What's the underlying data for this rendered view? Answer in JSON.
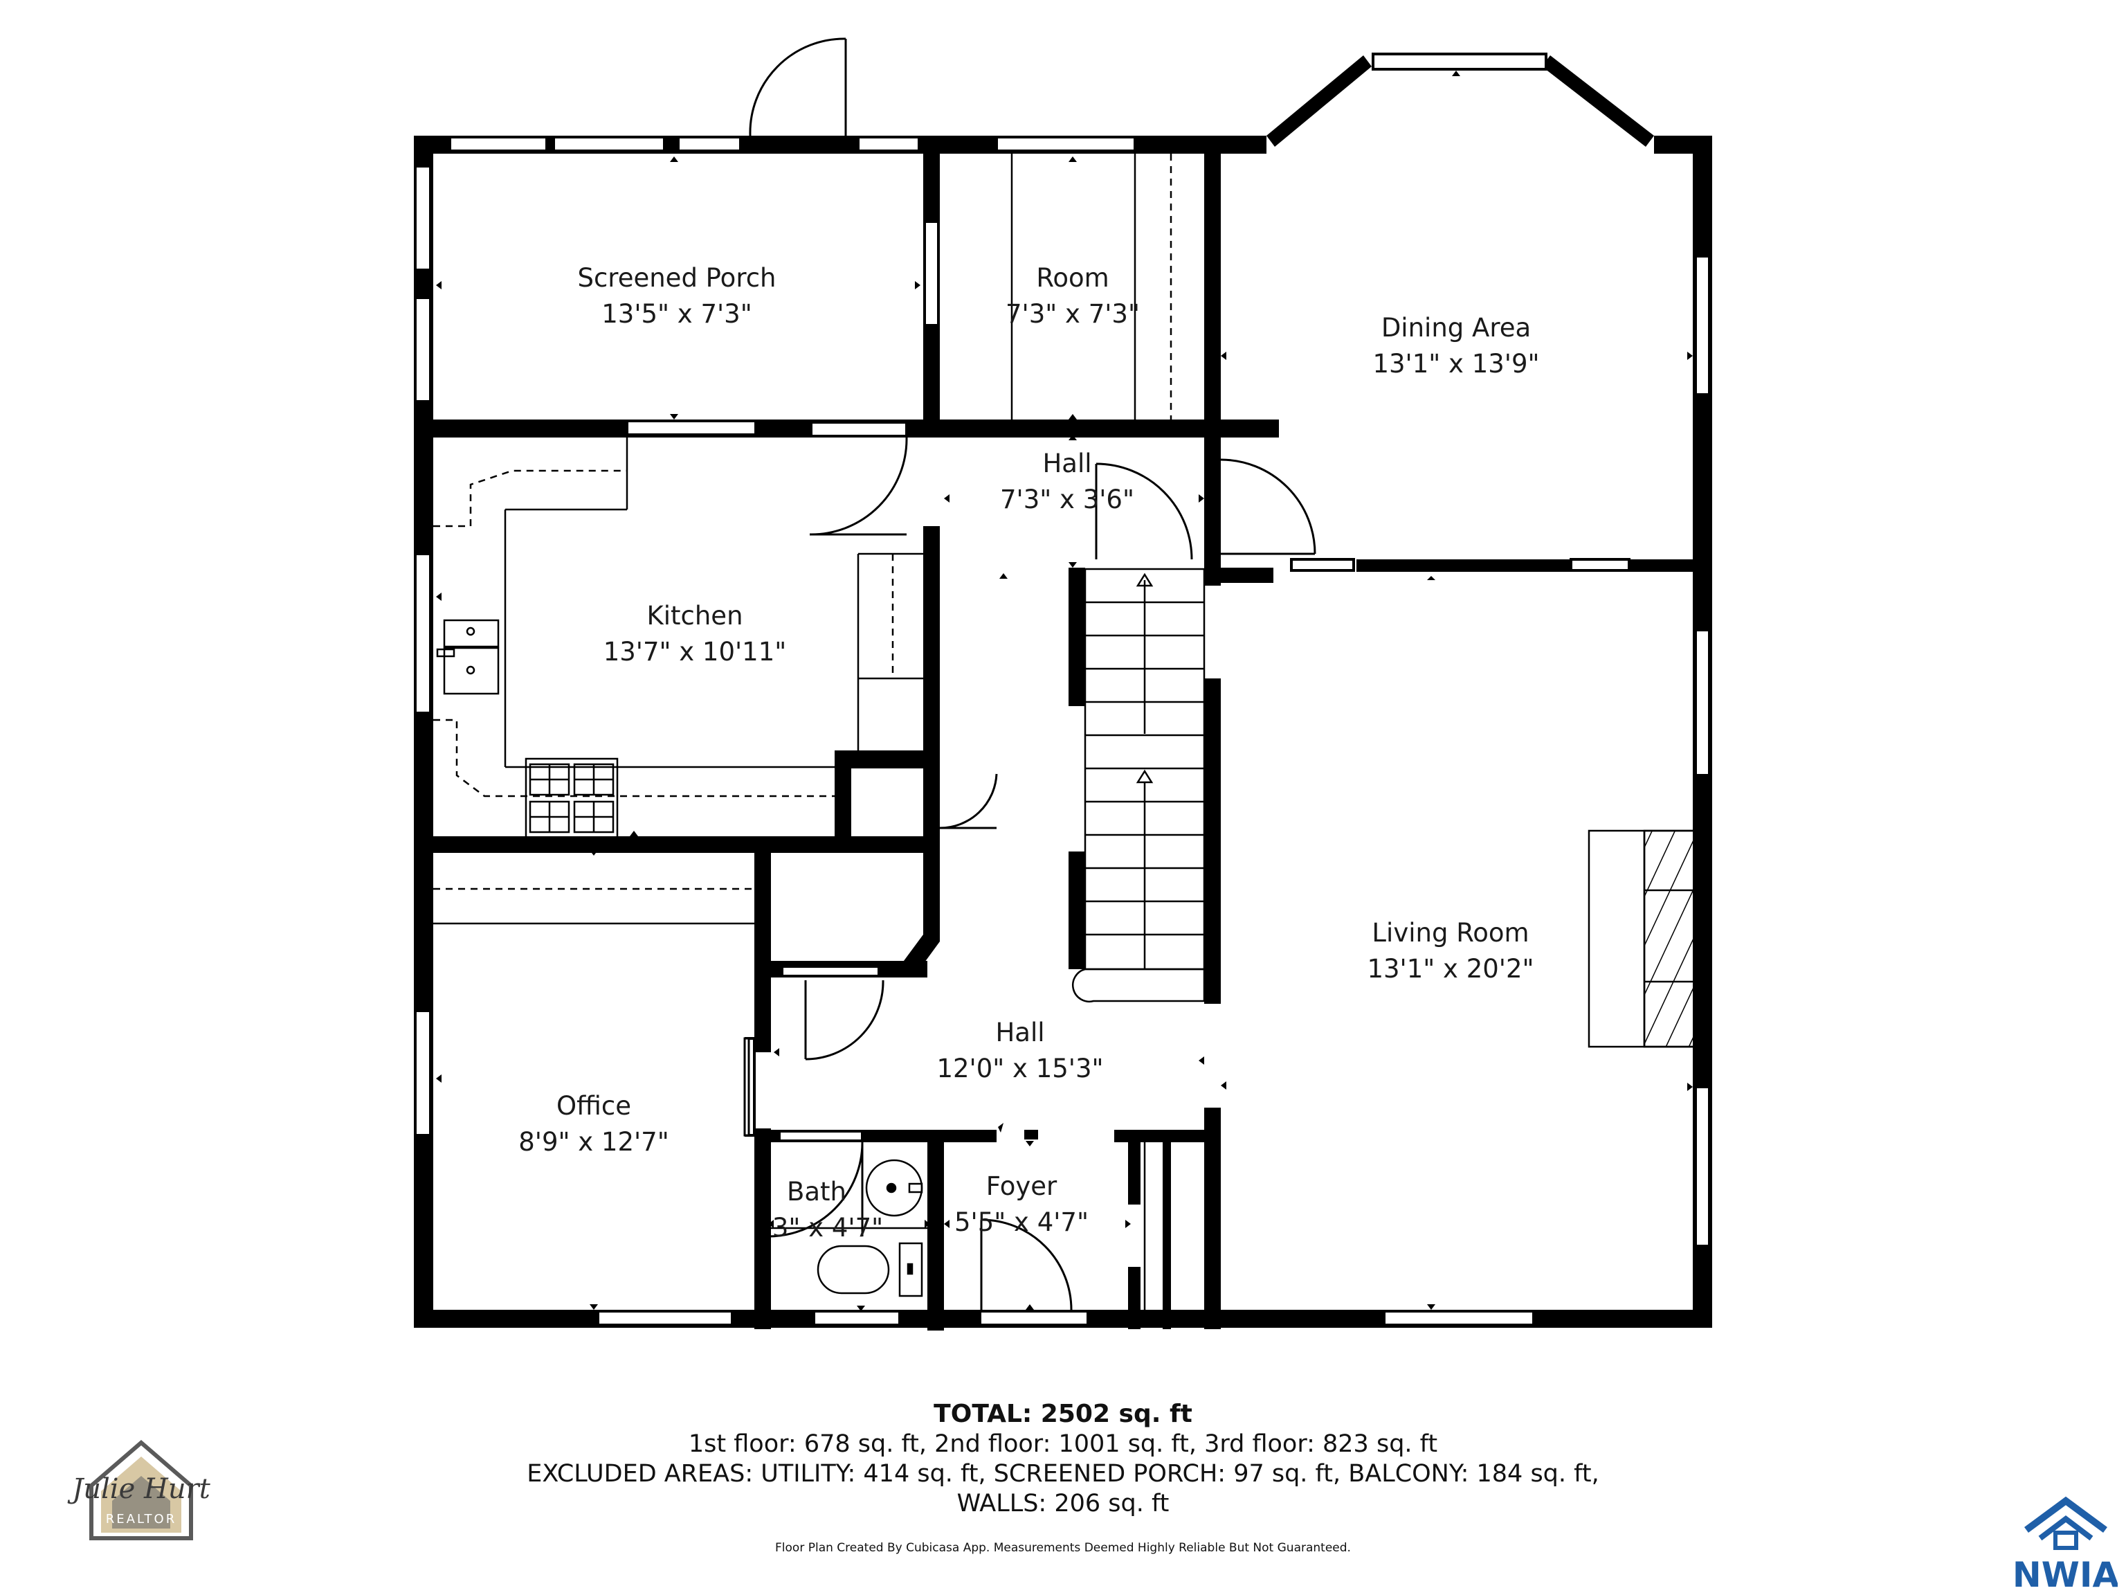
{
  "rooms": {
    "screened_porch": {
      "name": "Screened Porch",
      "dims": "13'5\" x 7'3\""
    },
    "room": {
      "name": "Room",
      "dims": "7'3\" x 7'3\""
    },
    "dining_area": {
      "name": "Dining Area",
      "dims": "13'1\" x 13'9\""
    },
    "hall_upper": {
      "name": "Hall",
      "dims": "7'3\" x 3'6\""
    },
    "kitchen": {
      "name": "Kitchen",
      "dims": "13'7\" x 10'11\""
    },
    "living_room": {
      "name": "Living Room",
      "dims": "13'1\" x 20'2\""
    },
    "hall_lower": {
      "name": "Hall",
      "dims": "12'0\" x 15'3\""
    },
    "office": {
      "name": "Office",
      "dims": "8'9\" x 12'7\""
    },
    "bath": {
      "name": "Bath",
      "dims": "3\" x 4'7\""
    },
    "foyer": {
      "name": "Foyer",
      "dims": "5'5\" x 4'7\""
    }
  },
  "summary": {
    "total": "TOTAL: 2502 sq. ft",
    "floors": "1st floor: 678 sq. ft, 2nd floor: 1001 sq. ft, 3rd floor: 823 sq. ft",
    "excluded": "EXCLUDED AREAS: UTILITY: 414 sq. ft, SCREENED PORCH: 97 sq. ft, BALCONY: 184 sq. ft,",
    "walls": "WALLS: 206 sq. ft",
    "disclaimer": "Floor Plan Created By Cubicasa App. Measurements Deemed Highly Reliable But Not Guaranteed."
  },
  "logos": {
    "agent_script": "Julie Hurt",
    "agent_sub": "REALTOR",
    "brand": "NWIA"
  },
  "colors": {
    "wall": "#000000",
    "brand_blue": "#1f5fa8",
    "agent_gray": "#5a5a5a",
    "agent_gold": "#b89a5a"
  },
  "icons": [
    "sink-icon",
    "stove-icon",
    "toilet-icon",
    "fireplace-icon",
    "stairs-icon",
    "door-swing-icon",
    "window-icon"
  ]
}
